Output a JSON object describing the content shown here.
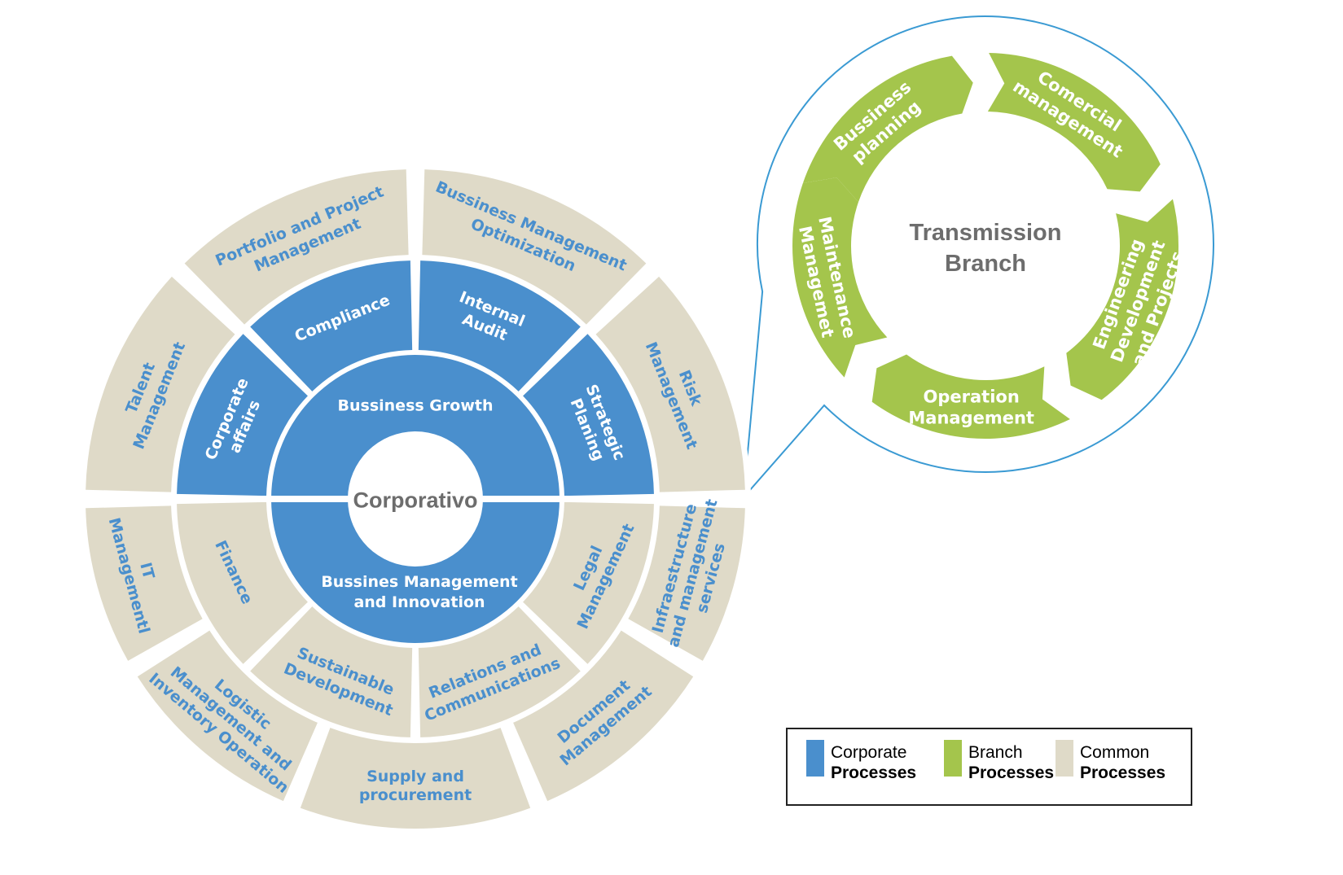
{
  "colors": {
    "corporate": "#4a8fcd",
    "branch": "#a4c54c",
    "common": "#dfdac8",
    "common_text": "#4a8fcd",
    "light_text": "#ffffff",
    "center_text": "#6d6d6d",
    "callout": "#3a9ad3"
  },
  "wheel": {
    "center_label": "Corporativo",
    "core": {
      "top": "Bussiness Growth",
      "bottom": [
        "Bussines Management",
        "and Innovation"
      ]
    },
    "middle_top": [
      {
        "lines": [
          "Corporate",
          "affairs"
        ]
      },
      {
        "lines": [
          "Compliance"
        ]
      },
      {
        "lines": [
          "Internal",
          "Audit"
        ]
      },
      {
        "lines": [
          "Strategic",
          "Planing"
        ]
      }
    ],
    "middle_bottom": [
      {
        "lines": [
          "Finance"
        ]
      },
      {
        "lines": [
          "Sustainable",
          "Development"
        ]
      },
      {
        "lines": [
          "Relations and",
          "Communications"
        ]
      },
      {
        "lines": [
          "Legal",
          "Management"
        ]
      }
    ],
    "outer_top": [
      {
        "lines": [
          "Talent",
          "Management"
        ]
      },
      {
        "lines": [
          "Portfolio and Project",
          "Management"
        ]
      },
      {
        "lines": [
          "Bussiness Management",
          "Optimization"
        ]
      },
      {
        "lines": [
          "Risk",
          "Management"
        ]
      }
    ],
    "outer_bottom": [
      {
        "lines": [
          "IT",
          "Managementl"
        ]
      },
      {
        "lines": [
          "Logistic",
          "Management and",
          "Inventory Operation"
        ]
      },
      {
        "lines": [
          "Supply and",
          "procurement"
        ]
      },
      {
        "lines": [
          "Document",
          "Management"
        ]
      },
      {
        "lines": [
          "Infraestructure",
          "and management",
          "services"
        ]
      }
    ]
  },
  "branch": {
    "title": [
      "Transmission",
      "Branch"
    ],
    "arrows": [
      {
        "lines": [
          "Bussiness",
          "planning"
        ]
      },
      {
        "lines": [
          "Comercial",
          "management"
        ]
      },
      {
        "lines": [
          "Engineering",
          "Development",
          "and Projects"
        ]
      },
      {
        "lines": [
          "Operation",
          "Management"
        ]
      },
      {
        "lines": [
          "Maintenance",
          "Managemet"
        ]
      }
    ]
  },
  "legend": [
    {
      "line1": "Corporate",
      "line2": "Processes",
      "color": "#4a8fcd"
    },
    {
      "line1": "Branch",
      "line2": "Processes",
      "color": "#a4c54c"
    },
    {
      "line1": "Common",
      "line2": "Processes",
      "color": "#dfdac8"
    }
  ]
}
